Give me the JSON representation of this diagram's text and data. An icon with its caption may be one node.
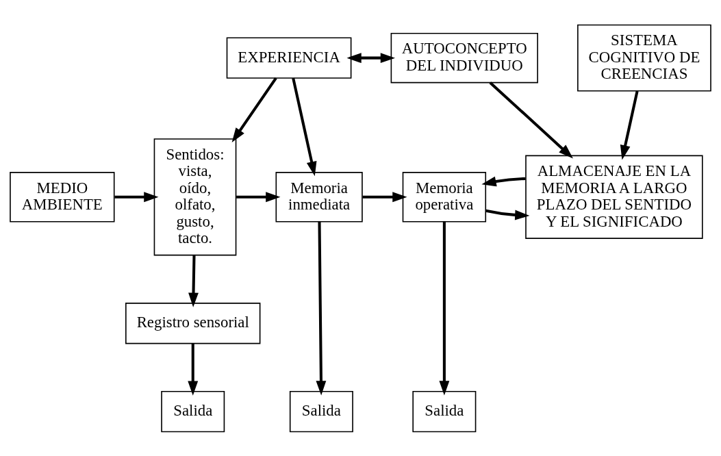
{
  "diagram": {
    "nodes": [
      {
        "text": [
          "MEDIO AMBIENTE"
        ]
      },
      {
        "text": [
          "EXPERIENCIA"
        ]
      },
      {
        "text": [
          "AUTOCONCEPTO DEL INDIVIDUO"
        ]
      },
      {
        "text": [
          "Sentidos: vista, oído, olfato, gusto, tacto."
        ]
      },
      {
        "text": [
          "Memoria inmediata"
        ]
      },
      {
        "text": [
          "Memoria operativa"
        ]
      },
      {
        "text": [
          "ALMACENAJE EN LA MEMORIA A LARGO PLAZO DEL SENTIDO Y EL SIGNIFICADO"
        ]
      },
      {
        "text": [
          "Registro sensorial"
        ]
      },
      {
        "text": [
          "SISTEMA COGNITIVO DE CREENCIAS"
        ]
      },
      {
        "text": [
          "Salida"
        ]
      },
      {
        "text": [
          "Salida"
        ]
      },
      {
        "text": [
          "Salida"
        ]
      }
    ],
    "edges": [
      {
        "from": 1,
        "to": 2,
        "arrow": "both"
      },
      {
        "from": 1,
        "to": 3,
        "arrow": "to"
      },
      {
        "from": 1,
        "to": 4,
        "arrow": "to"
      },
      {
        "from": 2,
        "to": 6,
        "arrow": "to"
      },
      {
        "from": 0,
        "to": 3,
        "arrow": "to"
      },
      {
        "from": 3,
        "to": 4,
        "arrow": "to"
      },
      {
        "from": 4,
        "to": 5,
        "arrow": "to"
      },
      {
        "from": 5,
        "to": 6,
        "arrow": "to"
      },
      {
        "from": 6,
        "to": 5,
        "arrow": "to"
      },
      {
        "from": 3,
        "to": 7,
        "arrow": "to"
      },
      {
        "from": 7,
        "to": 9,
        "arrow": "to"
      },
      {
        "from": 4,
        "to": 10,
        "arrow": "to"
      },
      {
        "from": 5,
        "to": 11,
        "arrow": "to"
      },
      {
        "from": 8,
        "to": 6,
        "arrow": "to"
      }
    ]
  }
}
